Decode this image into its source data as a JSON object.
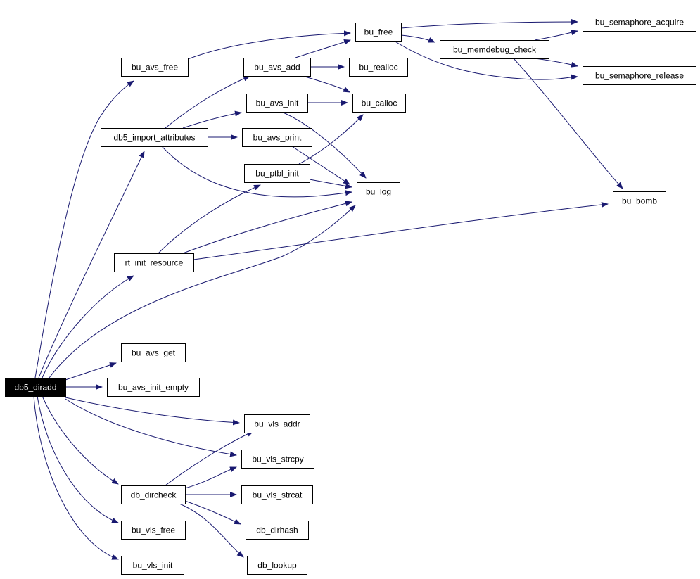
{
  "graph": {
    "colors": {
      "edge": "#191970",
      "node_border": "#000000",
      "root_fill": "#000000",
      "root_text": "#ffffff",
      "node_fill": "#ffffff"
    },
    "nodes": [
      {
        "id": "db5_diradd",
        "label": "db5_diradd",
        "root": true
      },
      {
        "id": "bu_avs_free",
        "label": "bu_avs_free"
      },
      {
        "id": "db5_import_attributes",
        "label": "db5_import_attributes"
      },
      {
        "id": "rt_init_resource",
        "label": "rt_init_resource"
      },
      {
        "id": "bu_avs_get",
        "label": "bu_avs_get"
      },
      {
        "id": "bu_avs_init_empty",
        "label": "bu_avs_init_empty"
      },
      {
        "id": "db_dircheck",
        "label": "db_dircheck"
      },
      {
        "id": "bu_vls_free",
        "label": "bu_vls_free"
      },
      {
        "id": "bu_vls_init",
        "label": "bu_vls_init"
      },
      {
        "id": "bu_avs_add",
        "label": "bu_avs_add"
      },
      {
        "id": "bu_avs_init",
        "label": "bu_avs_init"
      },
      {
        "id": "bu_avs_print",
        "label": "bu_avs_print"
      },
      {
        "id": "bu_ptbl_init",
        "label": "bu_ptbl_init"
      },
      {
        "id": "bu_vls_addr",
        "label": "bu_vls_addr"
      },
      {
        "id": "bu_vls_strcpy",
        "label": "bu_vls_strcpy"
      },
      {
        "id": "bu_vls_strcat",
        "label": "bu_vls_strcat"
      },
      {
        "id": "db_dirhash",
        "label": "db_dirhash"
      },
      {
        "id": "db_lookup",
        "label": "db_lookup"
      },
      {
        "id": "bu_free",
        "label": "bu_free"
      },
      {
        "id": "bu_realloc",
        "label": "bu_realloc"
      },
      {
        "id": "bu_calloc",
        "label": "bu_calloc"
      },
      {
        "id": "bu_log",
        "label": "bu_log"
      },
      {
        "id": "bu_memdebug_check",
        "label": "bu_memdebug_check"
      },
      {
        "id": "bu_semaphore_acquire",
        "label": "bu_semaphore_acquire"
      },
      {
        "id": "bu_semaphore_release",
        "label": "bu_semaphore_release"
      },
      {
        "id": "bu_bomb",
        "label": "bu_bomb"
      }
    ],
    "edges": [
      {
        "from": "db5_diradd",
        "to": "bu_avs_free"
      },
      {
        "from": "db5_diradd",
        "to": "db5_import_attributes"
      },
      {
        "from": "db5_diradd",
        "to": "rt_init_resource"
      },
      {
        "from": "db5_diradd",
        "to": "bu_log"
      },
      {
        "from": "db5_diradd",
        "to": "bu_avs_get"
      },
      {
        "from": "db5_diradd",
        "to": "bu_avs_init_empty"
      },
      {
        "from": "db5_diradd",
        "to": "bu_vls_addr"
      },
      {
        "from": "db5_diradd",
        "to": "bu_vls_strcpy"
      },
      {
        "from": "db5_diradd",
        "to": "db_dircheck"
      },
      {
        "from": "db5_diradd",
        "to": "bu_vls_free"
      },
      {
        "from": "db5_diradd",
        "to": "bu_vls_init"
      },
      {
        "from": "bu_avs_free",
        "to": "bu_free"
      },
      {
        "from": "db5_import_attributes",
        "to": "bu_avs_add"
      },
      {
        "from": "db5_import_attributes",
        "to": "bu_avs_init"
      },
      {
        "from": "db5_import_attributes",
        "to": "bu_avs_print"
      },
      {
        "from": "db5_import_attributes",
        "to": "bu_log"
      },
      {
        "from": "rt_init_resource",
        "to": "bu_ptbl_init"
      },
      {
        "from": "rt_init_resource",
        "to": "bu_log"
      },
      {
        "from": "rt_init_resource",
        "to": "bu_bomb"
      },
      {
        "from": "bu_avs_add",
        "to": "bu_free"
      },
      {
        "from": "bu_avs_add",
        "to": "bu_realloc"
      },
      {
        "from": "bu_avs_add",
        "to": "bu_calloc"
      },
      {
        "from": "bu_avs_init",
        "to": "bu_calloc"
      },
      {
        "from": "bu_avs_init",
        "to": "bu_log"
      },
      {
        "from": "bu_avs_print",
        "to": "bu_log"
      },
      {
        "from": "bu_ptbl_init",
        "to": "bu_calloc"
      },
      {
        "from": "bu_ptbl_init",
        "to": "bu_log"
      },
      {
        "from": "bu_free",
        "to": "bu_memdebug_check"
      },
      {
        "from": "bu_free",
        "to": "bu_semaphore_acquire"
      },
      {
        "from": "bu_free",
        "to": "bu_semaphore_release"
      },
      {
        "from": "bu_memdebug_check",
        "to": "bu_semaphore_acquire"
      },
      {
        "from": "bu_memdebug_check",
        "to": "bu_semaphore_release"
      },
      {
        "from": "bu_memdebug_check",
        "to": "bu_bomb"
      },
      {
        "from": "db_dircheck",
        "to": "bu_vls_addr"
      },
      {
        "from": "db_dircheck",
        "to": "bu_vls_strcpy"
      },
      {
        "from": "db_dircheck",
        "to": "bu_vls_strcat"
      },
      {
        "from": "db_dircheck",
        "to": "db_dirhash"
      },
      {
        "from": "db_dircheck",
        "to": "db_lookup"
      }
    ]
  }
}
